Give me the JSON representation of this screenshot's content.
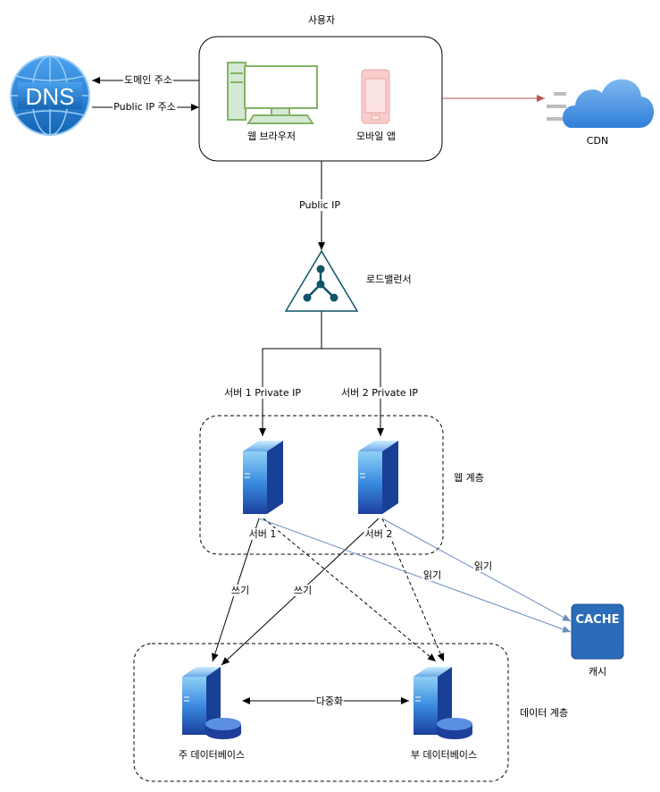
{
  "users": {
    "title": "사용자",
    "web_browser": "웹 브라우저",
    "mobile_app": "모바일 앱"
  },
  "dns": {
    "icon_text": "DNS",
    "domain_edge": "도메인 주소",
    "public_ip_edge": "Public IP 주소"
  },
  "cdn": {
    "label": "CDN"
  },
  "public_ip_edge": "Public IP",
  "load_balancer": {
    "label": "로드밸런서"
  },
  "edges": {
    "server1_private_ip": "서버 1 Private IP",
    "server2_private_ip": "서버 2 Private IP",
    "write1": "쓰기",
    "write2": "쓰기",
    "read1": "읽기",
    "read2": "읽기",
    "replication": "다중화"
  },
  "web_tier": {
    "label": "웹 계층",
    "server1": "서버 1",
    "server2": "서버 2"
  },
  "cache": {
    "icon_text": "CACHE",
    "label": "캐시"
  },
  "data_tier": {
    "label": "데이터 계층",
    "primary_db": "주 데이터베이스",
    "secondary_db": "부 데이터베이스"
  },
  "colors": {
    "line": "#000000",
    "cache_line": "#6c8ebf",
    "cdn_line": "#b85450",
    "lb": "#10546b",
    "cache": "#2b6cb8",
    "dns": "#1e7ed4",
    "cdn": "#5b9fe0"
  }
}
